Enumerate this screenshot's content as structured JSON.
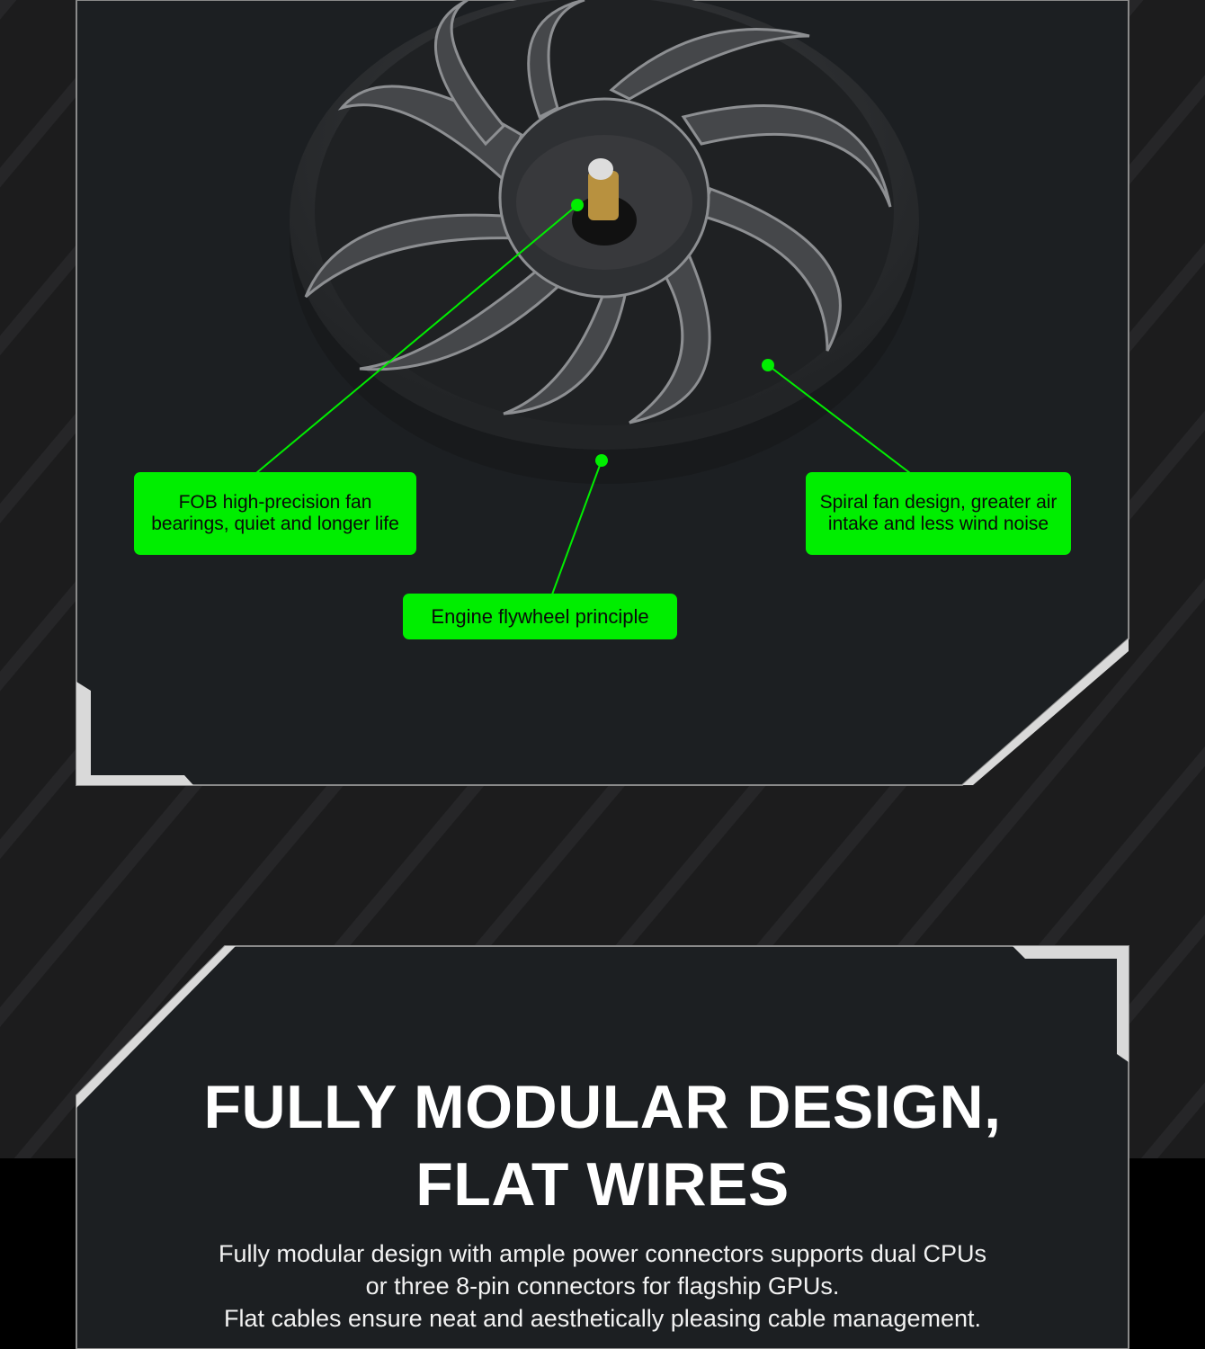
{
  "callouts": {
    "bearing": "FOB high-precision fan bearings, quiet and longer life",
    "spiral": "Spiral fan design, greater air intake and less wind noise",
    "flywheel": "Engine flywheel principle"
  },
  "section": {
    "title_line1": "FULLY MODULAR DESIGN,",
    "title_line2": "FLAT WIRES",
    "desc_line1": "Fully modular design with ample power connectors supports dual CPUs",
    "desc_line2": "or three 8-pin connectors for flagship GPUs.",
    "desc_line3": "Flat cables ensure neat and aesthetically pleasing cable management."
  },
  "colors": {
    "accent": "#00ee00",
    "panel": "#1c1f22",
    "background": "#1c1c1d",
    "frame": "#d9d9d9"
  }
}
